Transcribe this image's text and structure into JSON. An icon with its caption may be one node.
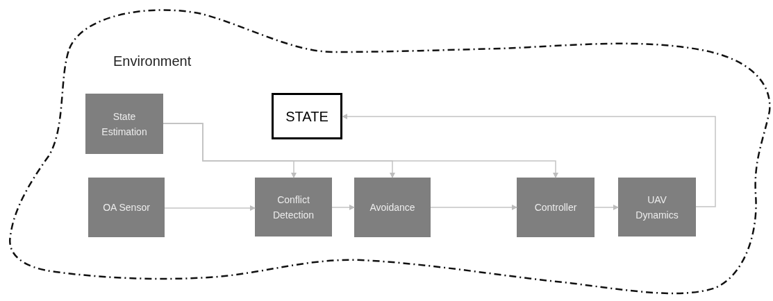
{
  "diagram": {
    "nodes": [
      {
        "text": [
          "Environment"
        ]
      },
      {
        "text": [
          "State Estimation"
        ],
        "in": 0
      },
      {
        "text": [
          "STATE"
        ],
        "in": 0
      },
      {
        "text": [
          "OA Sensor"
        ],
        "in": 0
      },
      {
        "text": [
          "Conflict Detection"
        ],
        "in": 0
      },
      {
        "text": [
          "Avoidance"
        ],
        "in": 0
      },
      {
        "text": [
          "Controller"
        ],
        "in": 0
      },
      {
        "text": [
          "UAV Dynamics"
        ],
        "in": 0
      }
    ],
    "edges": [
      {
        "from": 1,
        "to": 4,
        "arrow": "to"
      },
      {
        "from": 1,
        "to": 5,
        "arrow": "to"
      },
      {
        "from": 1,
        "to": 6,
        "arrow": "to"
      },
      {
        "from": 3,
        "to": 4,
        "arrow": "to"
      },
      {
        "from": 4,
        "to": 5,
        "arrow": "to"
      },
      {
        "from": 5,
        "to": 6,
        "arrow": "to"
      },
      {
        "from": 6,
        "to": 7,
        "arrow": "to"
      },
      {
        "from": 7,
        "to": 2,
        "arrow": "to"
      }
    ]
  }
}
